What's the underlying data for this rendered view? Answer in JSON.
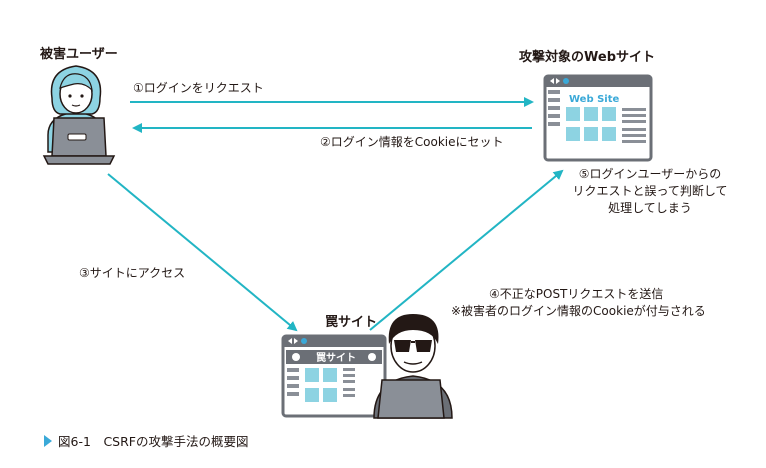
{
  "labels": {
    "victim": "被害ユーザー",
    "target_site": "攻撃対象のWebサイト",
    "trap_site": "罠サイト",
    "web_site_banner": "Web Site",
    "trap_banner": "罠サイト"
  },
  "steps": {
    "s1": "①ログインをリクエスト",
    "s2": "②ログイン情報をCookieにセット",
    "s3": "③サイトにアクセス",
    "s4_line1": "④不正なPOSTリクエストを送信",
    "s4_line2": "※被害者のログイン情報のCookieが付与される",
    "s5_line1": "⑤ログインユーザーからの",
    "s5_line2": "リクエストと誤って判断して",
    "s5_line3": "処理してしまう"
  },
  "caption": {
    "figure_no": "図6-1",
    "title": "CSRFの攻撃手法の概要図"
  },
  "colors": {
    "arrow": "#22b5c4",
    "figure_fill": "#8dd3e2",
    "laptop": "#8a8f97",
    "browser_frame": "#6b6f76",
    "accent_blue": "#3aa9d8"
  }
}
